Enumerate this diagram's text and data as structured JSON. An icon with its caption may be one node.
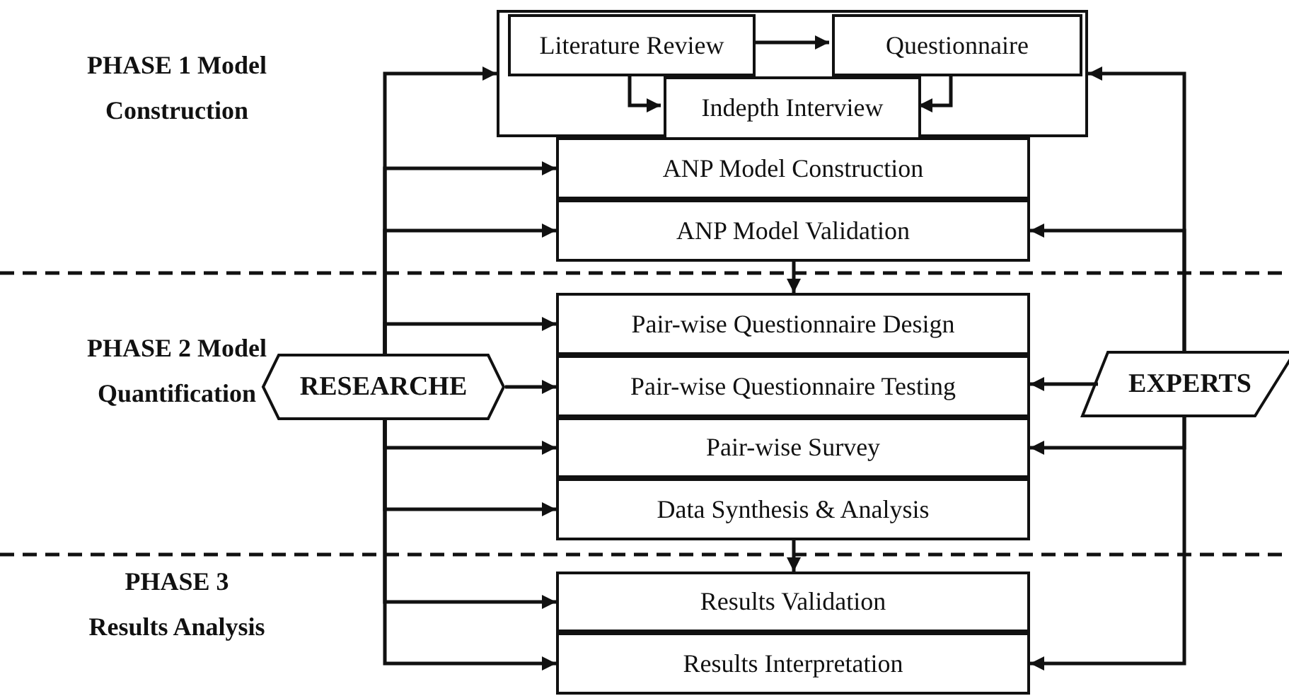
{
  "diagram": {
    "nodes": [
      {
        "text": [],
        "shape": "box"
      },
      {
        "text": [
          "Literature Review"
        ],
        "in": 0
      },
      {
        "text": [
          "Questionnaire"
        ],
        "in": 0
      },
      {
        "text": [
          "Indepth Interview"
        ],
        "in": 0
      },
      {
        "text": [
          "ANP Model Construction"
        ]
      },
      {
        "text": [
          "ANP Model Validation"
        ]
      },
      {
        "text": [
          "Pair-wise Questionnaire Design"
        ]
      },
      {
        "text": [
          "Pair-wise Questionnaire Testing"
        ]
      },
      {
        "text": [
          "Pair-wise Survey"
        ]
      },
      {
        "text": [
          "Data Synthesis & Analysis"
        ]
      },
      {
        "text": [
          "Results Validation"
        ]
      },
      {
        "text": [
          "Results Interpretation"
        ]
      },
      {
        "text": [
          "RESEARCHE"
        ]
      },
      {
        "text": [
          "EXPERTS"
        ]
      }
    ],
    "edges": [
      {
        "from": 1,
        "to": 2,
        "arrow": "to"
      },
      {
        "from": 1,
        "to": 3,
        "arrow": "to"
      },
      {
        "from": 2,
        "to": 3,
        "arrow": "to"
      },
      {
        "from": 5,
        "to": 6,
        "arrow": "to"
      },
      {
        "from": 9,
        "to": 10,
        "arrow": "to"
      },
      {
        "from": 12,
        "to": 0,
        "arrow": "to"
      },
      {
        "from": 12,
        "to": 4,
        "arrow": "to"
      },
      {
        "from": 12,
        "to": 5,
        "arrow": "to"
      },
      {
        "from": 12,
        "to": 6,
        "arrow": "to"
      },
      {
        "from": 12,
        "to": 7,
        "arrow": "to"
      },
      {
        "from": 12,
        "to": 8,
        "arrow": "to"
      },
      {
        "from": 12,
        "to": 9,
        "arrow": "to"
      },
      {
        "from": 12,
        "to": 10,
        "arrow": "to"
      },
      {
        "from": 12,
        "to": 11,
        "arrow": "to"
      },
      {
        "from": 13,
        "to": 0,
        "arrow": "to"
      },
      {
        "from": 13,
        "to": 5,
        "arrow": "to"
      },
      {
        "from": 13,
        "to": 7,
        "arrow": "to"
      },
      {
        "from": 13,
        "to": 8,
        "arrow": "to"
      },
      {
        "from": 13,
        "to": 11,
        "arrow": "to"
      }
    ],
    "labels": [
      "PHASE 1 Model Construction",
      "PHASE 2 Model Quantification",
      "PHASE 3 Results Analysis"
    ]
  }
}
